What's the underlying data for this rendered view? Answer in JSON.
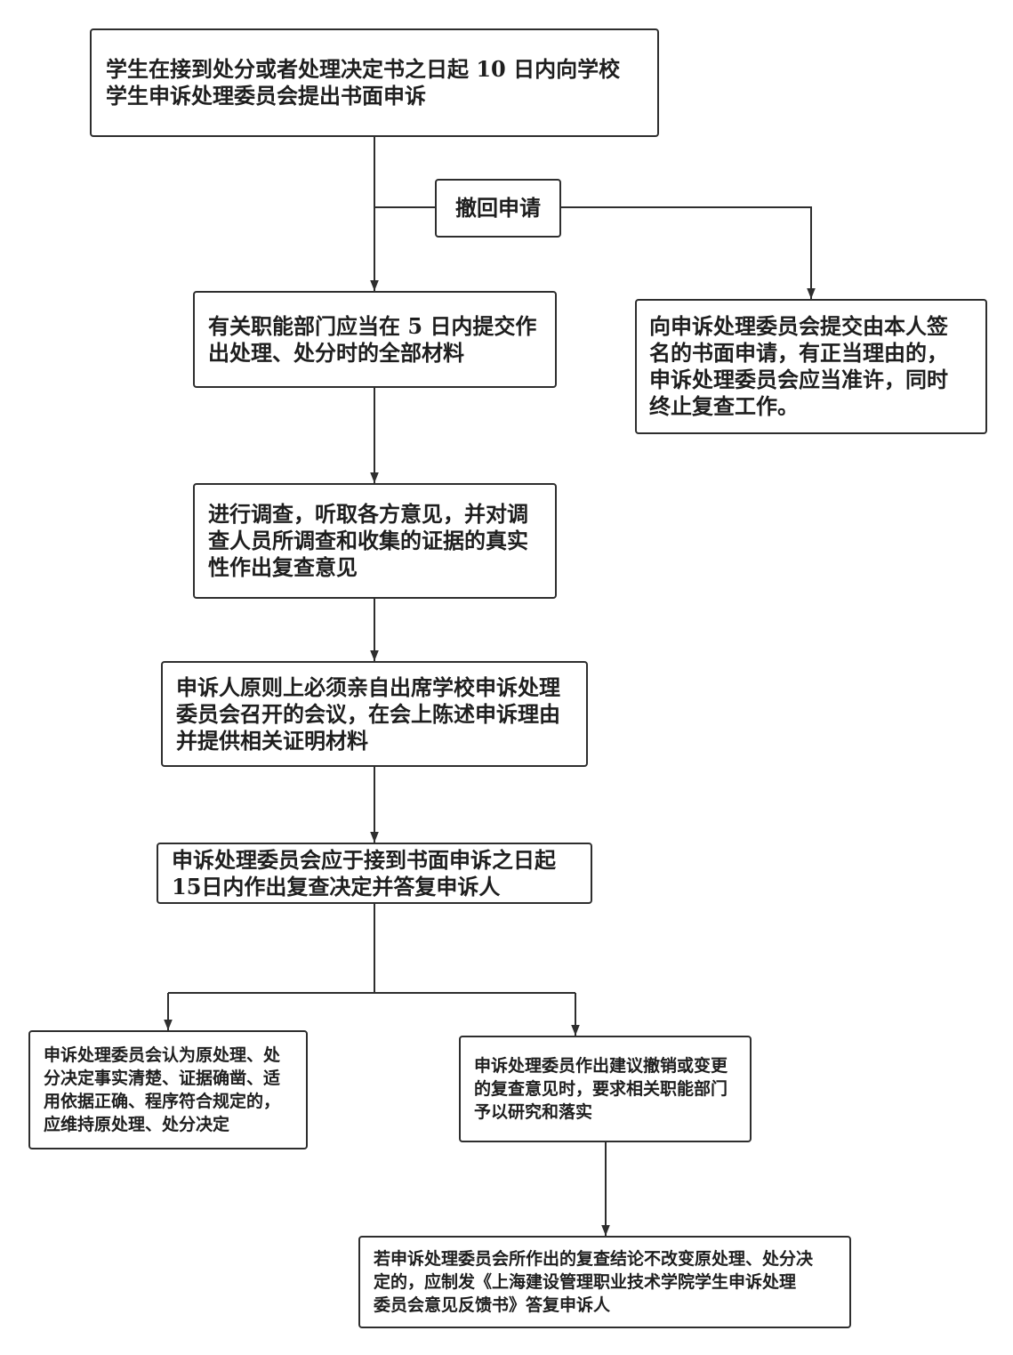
{
  "flowchart": {
    "start": {
      "lines": [
        "学生在接到处分或者处理决定书之日起 10 日内向学校",
        "学生申诉处理委员会提出书面申诉"
      ]
    },
    "withdraw": {
      "label": "撤回申请"
    },
    "submit_materials": {
      "lines": [
        "有关职能部门应当在 5 日内提交作",
        "出处理、处分时的全部材料"
      ]
    },
    "withdraw_result": {
      "lines": [
        "向申诉处理委员会提交由本人签",
        "名的书面申请，有正当理由的，",
        "申诉处理委员会应当准许，同时",
        "终止复查工作。"
      ]
    },
    "investigate": {
      "lines": [
        "进行调查，听取各方意见，并对调",
        "查人员所调查和收集的证据的真实",
        "性作出复查意见"
      ]
    },
    "hearing": {
      "lines": [
        "申诉人原则上必须亲自出席学校申诉处理",
        "委员会召开的会议，在会上陈述申诉理由",
        "并提供相关证明材料"
      ]
    },
    "decision": {
      "lines": [
        "申诉处理委员会应于接到书面申诉之日起",
        "15日内作出复查决定并答复申诉人"
      ]
    },
    "uphold": {
      "lines": [
        "申诉处理委员会认为原处理、处",
        "分决定事实清楚、证据确凿、适",
        "用依据正确、程序符合规定的，",
        "应维持原处理、处分决定"
      ]
    },
    "revoke_suggest": {
      "lines": [
        "申诉处理委员作出建议撤销或变更",
        "的复查意见时，要求相关职能部门",
        "予以研究和落实"
      ]
    },
    "feedback": {
      "lines": [
        "若申诉处理委员会所作出的复查结论不改变原处理、处分决",
        "定的，应制发《上海建设管理职业技术学院学生申诉处理",
        "委员会意见反馈书》答复申诉人"
      ]
    }
  }
}
